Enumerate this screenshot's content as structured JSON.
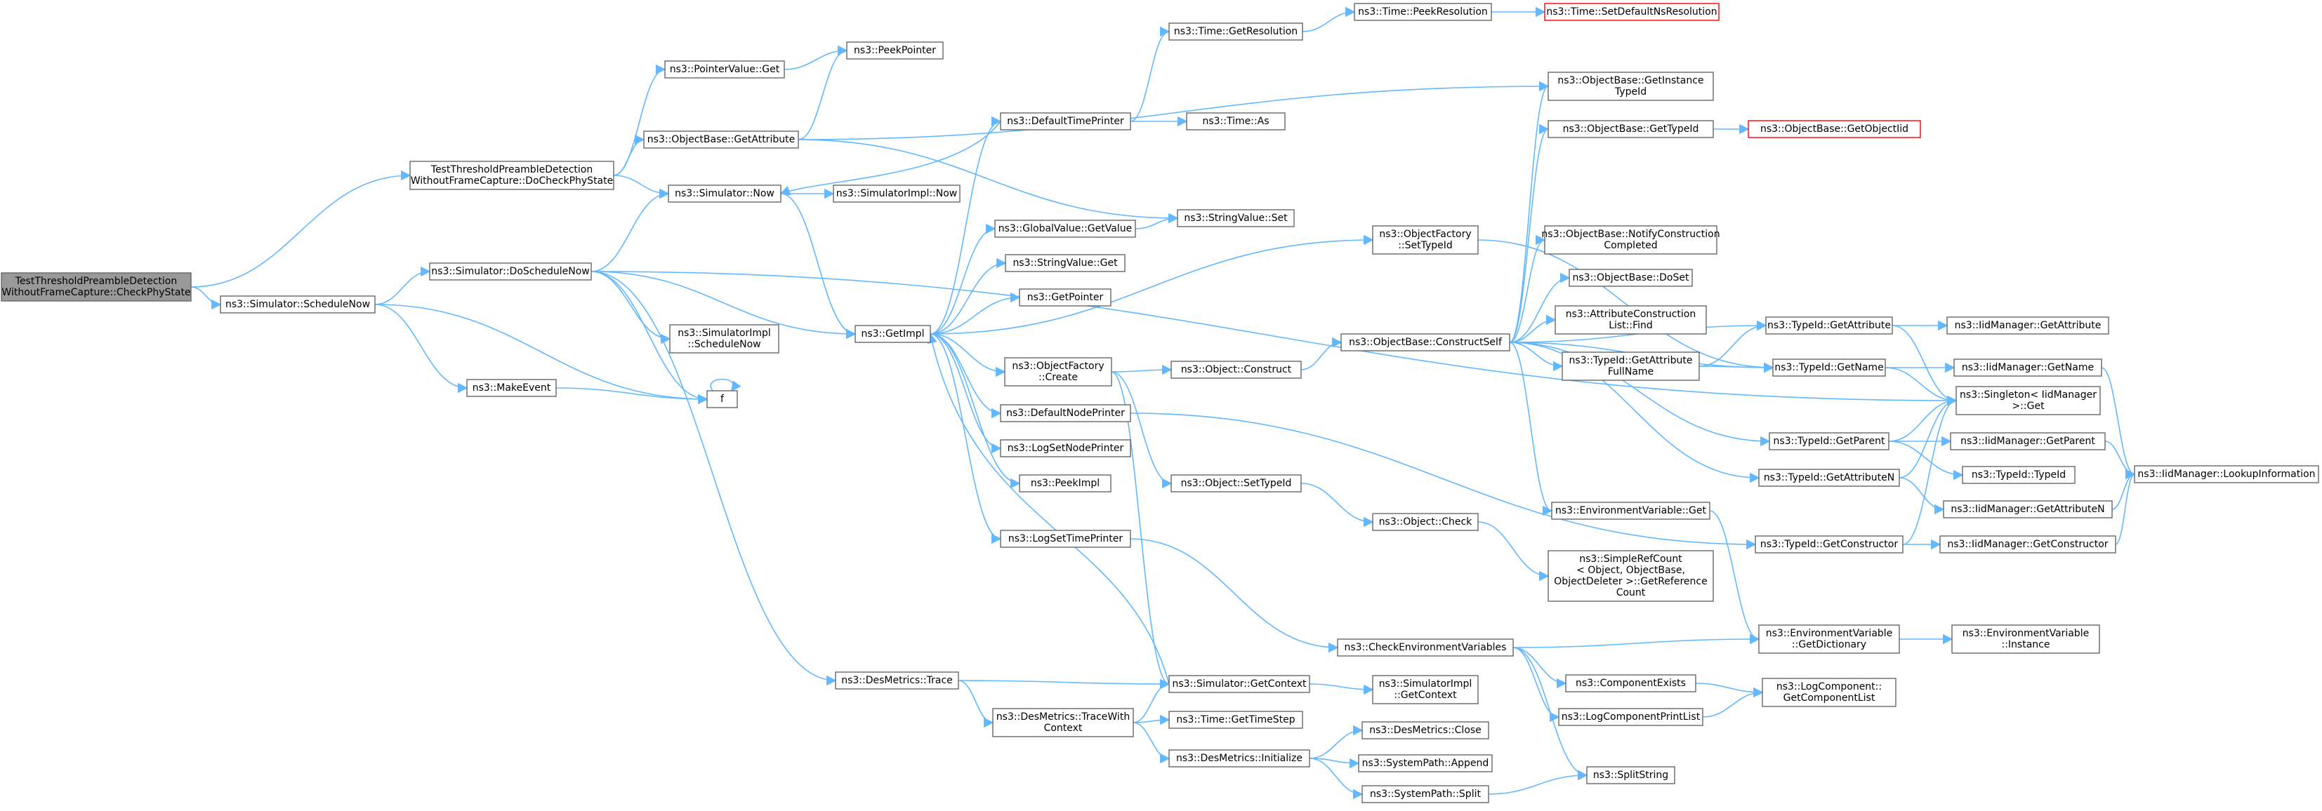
{
  "colors": {
    "edge": "#63b8ff",
    "border": "#666666",
    "root_fill": "#999999",
    "truncated_border": "#ff0000"
  },
  "nodes": [
    {
      "id": "root",
      "lines": [
        "TestThresholdPreambleDetection",
        "WithoutFrameCapture::CheckPhyState"
      ],
      "style": "root"
    },
    {
      "id": "docheck",
      "lines": [
        "TestThresholdPreambleDetection",
        "WithoutFrameCapture::DoCheckPhyState"
      ]
    },
    {
      "id": "schedulenow",
      "lines": [
        "ns3::Simulator::ScheduleNow"
      ]
    },
    {
      "id": "pointervalueget",
      "lines": [
        "ns3::PointerValue::Get"
      ]
    },
    {
      "id": "getattribute_ob",
      "lines": [
        "ns3::ObjectBase::GetAttribute"
      ]
    },
    {
      "id": "simnow",
      "lines": [
        "ns3::Simulator::Now"
      ]
    },
    {
      "id": "doschedulenow",
      "lines": [
        "ns3::Simulator::DoScheduleNow"
      ]
    },
    {
      "id": "makeevent",
      "lines": [
        "ns3::MakeEvent"
      ]
    },
    {
      "id": "simimplschednow",
      "lines": [
        "ns3::SimulatorImpl",
        "::ScheduleNow"
      ]
    },
    {
      "id": "desmetricstrace",
      "lines": [
        "ns3::DesMetrics::Trace"
      ]
    },
    {
      "id": "f",
      "lines": [
        "f"
      ]
    },
    {
      "id": "peekpointer",
      "lines": [
        "ns3::PeekPointer"
      ]
    },
    {
      "id": "simimplnow",
      "lines": [
        "ns3::SimulatorImpl::Now"
      ]
    },
    {
      "id": "getimpl",
      "lines": [
        "ns3::GetImpl"
      ]
    },
    {
      "id": "defaulttimeprinter",
      "lines": [
        "ns3::DefaultTimePrinter"
      ]
    },
    {
      "id": "globalvaluegetvalue",
      "lines": [
        "ns3::GlobalValue::GetValue"
      ]
    },
    {
      "id": "stringvalueget",
      "lines": [
        "ns3::StringValue::Get"
      ]
    },
    {
      "id": "getpointer",
      "lines": [
        "ns3::GetPointer"
      ]
    },
    {
      "id": "objfactorycreate",
      "lines": [
        "ns3::ObjectFactory",
        "::Create"
      ]
    },
    {
      "id": "defaultnodeprinter",
      "lines": [
        "ns3::DefaultNodePrinter"
      ]
    },
    {
      "id": "logsetnodeprinter",
      "lines": [
        "ns3::LogSetNodePrinter"
      ]
    },
    {
      "id": "peekimpl",
      "lines": [
        "ns3::PeekImpl"
      ]
    },
    {
      "id": "logsettimeprinter",
      "lines": [
        "ns3::LogSetTimePrinter"
      ]
    },
    {
      "id": "desmetricstracewith",
      "lines": [
        "ns3::DesMetrics::TraceWith",
        "Context"
      ]
    },
    {
      "id": "timegetresolution",
      "lines": [
        "ns3::Time::GetResolution"
      ]
    },
    {
      "id": "timeas",
      "lines": [
        "ns3::Time::As"
      ]
    },
    {
      "id": "stringvalueset",
      "lines": [
        "ns3::StringValue::Set"
      ]
    },
    {
      "id": "objectconstruct",
      "lines": [
        "ns3::Object::Construct"
      ]
    },
    {
      "id": "objectsettypeid",
      "lines": [
        "ns3::Object::SetTypeId"
      ]
    },
    {
      "id": "simgetcontext",
      "lines": [
        "ns3::Simulator::GetContext"
      ]
    },
    {
      "id": "timegettimestep",
      "lines": [
        "ns3::Time::GetTimeStep"
      ]
    },
    {
      "id": "desmetricsinit",
      "lines": [
        "ns3::DesMetrics::Initialize"
      ]
    },
    {
      "id": "timepeekres",
      "lines": [
        "ns3::Time::PeekResolution"
      ]
    },
    {
      "id": "objfactorysettypeid",
      "lines": [
        "ns3::ObjectFactory",
        "::SetTypeId"
      ]
    },
    {
      "id": "constructself",
      "lines": [
        "ns3::ObjectBase::ConstructSelf"
      ]
    },
    {
      "id": "objectcheck",
      "lines": [
        "ns3::Object::Check"
      ]
    },
    {
      "id": "checkenvvars",
      "lines": [
        "ns3::CheckEnvironmentVariables"
      ]
    },
    {
      "id": "simimplgetcontext",
      "lines": [
        "ns3::SimulatorImpl",
        "::GetContext"
      ]
    },
    {
      "id": "desmetricsclose",
      "lines": [
        "ns3::DesMetrics::Close"
      ]
    },
    {
      "id": "syspathappend",
      "lines": [
        "ns3::SystemPath::Append"
      ]
    },
    {
      "id": "syspathsplit",
      "lines": [
        "ns3::SystemPath::Split"
      ]
    },
    {
      "id": "timesetdefault",
      "lines": [
        "ns3::Time::SetDefaultNsResolution"
      ],
      "style": "red"
    },
    {
      "id": "getinstancetypeid",
      "lines": [
        "ns3::ObjectBase::GetInstance",
        "TypeId"
      ]
    },
    {
      "id": "obgettypeid",
      "lines": [
        "ns3::ObjectBase::GetTypeId"
      ]
    },
    {
      "id": "notifyconstruction",
      "lines": [
        "ns3::ObjectBase::NotifyConstruction",
        "Completed"
      ]
    },
    {
      "id": "dosetob",
      "lines": [
        "ns3::ObjectBase::DoSet"
      ]
    },
    {
      "id": "attrconstructionfind",
      "lines": [
        "ns3::AttributeConstruction",
        "List::Find"
      ]
    },
    {
      "id": "typeidgetattrfullname",
      "lines": [
        "ns3::TypeId::GetAttribute",
        "FullName"
      ]
    },
    {
      "id": "envvarget",
      "lines": [
        "ns3::EnvironmentVariable::Get"
      ]
    },
    {
      "id": "simplerefcount",
      "lines": [
        "ns3::SimpleRefCount",
        "< Object, ObjectBase,",
        "ObjectDeleter >::GetReference",
        "Count"
      ]
    },
    {
      "id": "componentexists",
      "lines": [
        "ns3::ComponentExists"
      ]
    },
    {
      "id": "logcomponentprintlist",
      "lines": [
        "ns3::LogComponentPrintList"
      ]
    },
    {
      "id": "splitstring",
      "lines": [
        "ns3::SplitString"
      ]
    },
    {
      "id": "obgetobjectiid",
      "lines": [
        "ns3::ObjectBase::GetObjectIid"
      ],
      "style": "red"
    },
    {
      "id": "typeidgetattribute",
      "lines": [
        "ns3::TypeId::GetAttribute"
      ]
    },
    {
      "id": "typeidgetname",
      "lines": [
        "ns3::TypeId::GetName"
      ]
    },
    {
      "id": "typeidgetparent",
      "lines": [
        "ns3::TypeId::GetParent"
      ]
    },
    {
      "id": "typeidgetattributen",
      "lines": [
        "ns3::TypeId::GetAttributeN"
      ]
    },
    {
      "id": "typeidgetconstructor",
      "lines": [
        "ns3::TypeId::GetConstructor"
      ]
    },
    {
      "id": "envvargetdict",
      "lines": [
        "ns3::EnvironmentVariable",
        "::GetDictionary"
      ]
    },
    {
      "id": "logcompgetlist",
      "lines": [
        "ns3::LogComponent::",
        "GetComponentList"
      ]
    },
    {
      "id": "iidmgetattribute",
      "lines": [
        "ns3::IidManager::GetAttribute"
      ]
    },
    {
      "id": "iidmgetname",
      "lines": [
        "ns3::IidManager::GetName"
      ]
    },
    {
      "id": "singletonget",
      "lines": [
        "ns3::Singleton< IidManager",
        " >::Get"
      ]
    },
    {
      "id": "iidmgetparent",
      "lines": [
        "ns3::IidManager::GetParent"
      ]
    },
    {
      "id": "typeidtypeid",
      "lines": [
        "ns3::TypeId::TypeId"
      ]
    },
    {
      "id": "iidmgetattributen",
      "lines": [
        "ns3::IidManager::GetAttributeN"
      ]
    },
    {
      "id": "iidmgetconstructor",
      "lines": [
        "ns3::IidManager::GetConstructor"
      ]
    },
    {
      "id": "envvarinstance",
      "lines": [
        "ns3::EnvironmentVariable",
        "::Instance"
      ]
    },
    {
      "id": "iidmlookupinfo",
      "lines": [
        "ns3::IidManager::LookupInformation"
      ]
    }
  ],
  "edges": [
    [
      "root",
      "docheck"
    ],
    [
      "root",
      "schedulenow"
    ],
    [
      "docheck",
      "pointervalueget"
    ],
    [
      "docheck",
      "getattribute_ob"
    ],
    [
      "docheck",
      "simnow"
    ],
    [
      "pointervalueget",
      "peekpointer"
    ],
    [
      "getattribute_ob",
      "peekpointer"
    ],
    [
      "getattribute_ob",
      "getinstancetypeid"
    ],
    [
      "getattribute_ob",
      "stringvalueset"
    ],
    [
      "simnow",
      "simimplnow"
    ],
    [
      "simnow",
      "getimpl"
    ],
    [
      "schedulenow",
      "doschedulenow"
    ],
    [
      "schedulenow",
      "makeevent"
    ],
    [
      "schedulenow",
      "f"
    ],
    [
      "doschedulenow",
      "simnow"
    ],
    [
      "doschedulenow",
      "simimplschednow"
    ],
    [
      "doschedulenow",
      "getimpl"
    ],
    [
      "doschedulenow",
      "desmetricstrace"
    ],
    [
      "doschedulenow",
      "singletonget"
    ],
    [
      "doschedulenow",
      "f"
    ],
    [
      "makeevent",
      "f"
    ],
    [
      "f",
      "f"
    ],
    [
      "desmetricstrace",
      "simgetcontext"
    ],
    [
      "desmetricstrace",
      "desmetricstracewith"
    ],
    [
      "desmetricstracewith",
      "simgetcontext"
    ],
    [
      "desmetricstracewith",
      "timegettimestep"
    ],
    [
      "desmetricstracewith",
      "desmetricsinit"
    ],
    [
      "desmetricsinit",
      "desmetricsclose"
    ],
    [
      "desmetricsinit",
      "syspathappend"
    ],
    [
      "desmetricsinit",
      "syspathsplit"
    ],
    [
      "syspathsplit",
      "splitstring"
    ],
    [
      "getimpl",
      "defaulttimeprinter"
    ],
    [
      "getimpl",
      "globalvaluegetvalue"
    ],
    [
      "getimpl",
      "stringvalueget"
    ],
    [
      "getimpl",
      "getpointer"
    ],
    [
      "getimpl",
      "objfactorycreate"
    ],
    [
      "getimpl",
      "defaultnodeprinter"
    ],
    [
      "getimpl",
      "logsetnodeprinter"
    ],
    [
      "getimpl",
      "peekimpl"
    ],
    [
      "getimpl",
      "logsettimeprinter"
    ],
    [
      "getimpl",
      "objfactorysettypeid"
    ],
    [
      "defaulttimeprinter",
      "simnow"
    ],
    [
      "defaulttimeprinter",
      "timegetresolution"
    ],
    [
      "defaulttimeprinter",
      "timeas"
    ],
    [
      "timegetresolution",
      "timepeekres"
    ],
    [
      "timepeekres",
      "timesetdefault"
    ],
    [
      "globalvaluegetvalue",
      "stringvalueset"
    ],
    [
      "objfactorycreate",
      "objectconstruct"
    ],
    [
      "objfactorycreate",
      "objectsettypeid"
    ],
    [
      "objfactorycreate",
      "simgetcontext"
    ],
    [
      "objectconstruct",
      "constructself"
    ],
    [
      "objectsettypeid",
      "objectcheck"
    ],
    [
      "objectcheck",
      "simplerefcount"
    ],
    [
      "defaultnodeprinter",
      "typeidgetconstructor"
    ],
    [
      "logsettimeprinter",
      "checkenvvars"
    ],
    [
      "simgetcontext",
      "getimpl"
    ],
    [
      "simgetcontext",
      "simimplgetcontext"
    ],
    [
      "objfactorysettypeid",
      "typeidgetname"
    ],
    [
      "constructself",
      "getinstancetypeid"
    ],
    [
      "constructself",
      "obgettypeid"
    ],
    [
      "constructself",
      "notifyconstruction"
    ],
    [
      "constructself",
      "dosetob"
    ],
    [
      "constructself",
      "attrconstructionfind"
    ],
    [
      "constructself",
      "typeidgetattrfullname"
    ],
    [
      "constructself",
      "envvarget"
    ],
    [
      "constructself",
      "typeidgetattribute"
    ],
    [
      "constructself",
      "typeidgetname"
    ],
    [
      "constructself",
      "typeidgetparent"
    ],
    [
      "constructself",
      "typeidgetattributen"
    ],
    [
      "obgettypeid",
      "obgetobjectiid"
    ],
    [
      "typeidgetattrfullname",
      "typeidgetattribute"
    ],
    [
      "typeidgetattrfullname",
      "typeidgetname"
    ],
    [
      "envvarget",
      "envvargetdict"
    ],
    [
      "checkenvvars",
      "envvargetdict"
    ],
    [
      "checkenvvars",
      "componentexists"
    ],
    [
      "checkenvvars",
      "logcomponentprintlist"
    ],
    [
      "checkenvvars",
      "splitstring"
    ],
    [
      "componentexists",
      "logcompgetlist"
    ],
    [
      "logcomponentprintlist",
      "logcompgetlist"
    ],
    [
      "typeidgetattribute",
      "iidmgetattribute"
    ],
    [
      "typeidgetattribute",
      "singletonget"
    ],
    [
      "typeidgetname",
      "iidmgetname"
    ],
    [
      "typeidgetname",
      "singletonget"
    ],
    [
      "typeidgetparent",
      "iidmgetparent"
    ],
    [
      "typeidgetparent",
      "typeidtypeid"
    ],
    [
      "typeidgetparent",
      "singletonget"
    ],
    [
      "typeidgetattributen",
      "iidmgetattributen"
    ],
    [
      "typeidgetattributen",
      "singletonget"
    ],
    [
      "typeidgetconstructor",
      "iidmgetconstructor"
    ],
    [
      "typeidgetconstructor",
      "singletonget"
    ],
    [
      "envvargetdict",
      "envvarinstance"
    ],
    [
      "iidmgetname",
      "iidmlookupinfo"
    ],
    [
      "iidmgetparent",
      "iidmlookupinfo"
    ],
    [
      "iidmgetattributen",
      "iidmlookupinfo"
    ],
    [
      "iidmgetconstructor",
      "iidmlookupinfo"
    ]
  ]
}
